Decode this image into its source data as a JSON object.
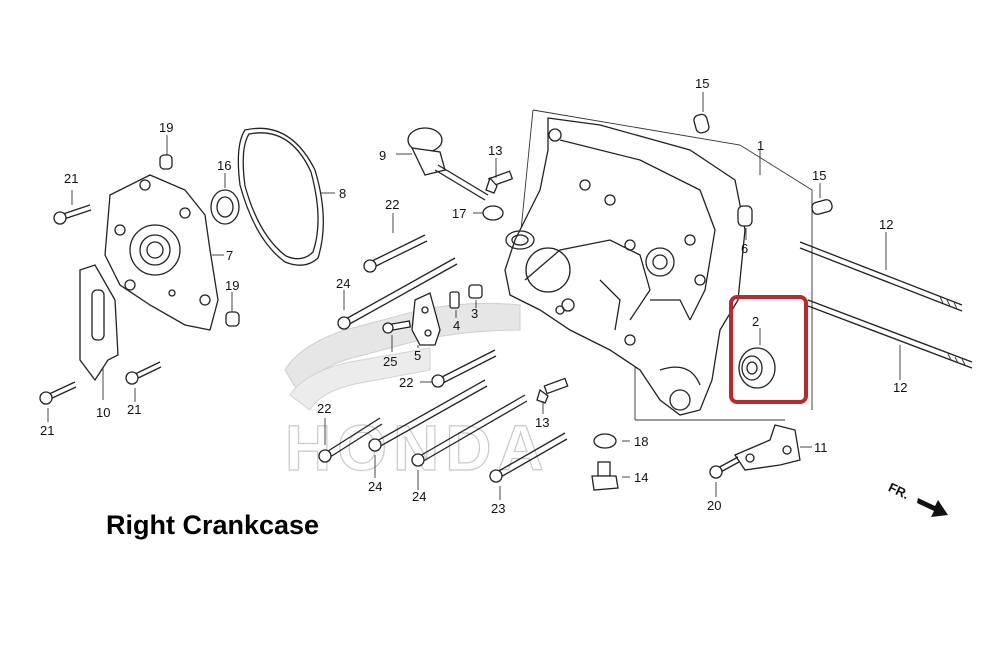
{
  "title": "Right Crankcase",
  "watermark": "HONDA",
  "direction_label": "FR.",
  "highlight_color": "#c0272d",
  "callouts": {
    "c1": "1",
    "c2": "2",
    "c3": "3",
    "c4": "4",
    "c5": "5",
    "c6": "6",
    "c7": "7",
    "c8": "8",
    "c9": "9",
    "c10": "10",
    "c11": "11",
    "c12a": "12",
    "c12b": "12",
    "c13a": "13",
    "c13b": "13",
    "c14": "14",
    "c15a": "15",
    "c15b": "15",
    "c16": "16",
    "c17": "17",
    "c18": "18",
    "c19a": "19",
    "c19b": "19",
    "c20": "20",
    "c21a": "21",
    "c21b": "21",
    "c21c": "21",
    "c22a": "22",
    "c22b": "22",
    "c22c": "22",
    "c23": "23",
    "c24a": "24",
    "c24b": "24",
    "c24c": "24",
    "c25": "25"
  }
}
